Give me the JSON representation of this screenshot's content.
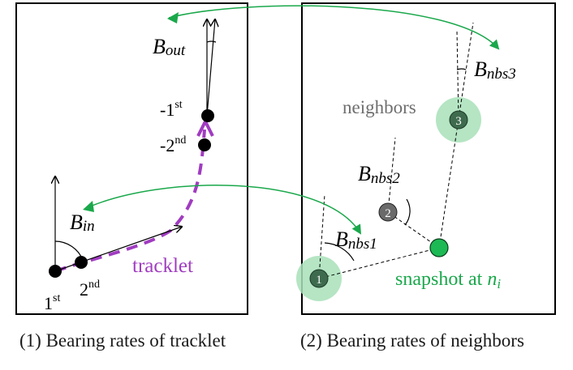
{
  "panel1": {
    "label_b_out": "B",
    "label_b_out_sub": "out",
    "label_b_in": "B",
    "label_b_in_sub": "in",
    "label_minus1": "-1",
    "label_minus1_sup": "st",
    "label_minus2": "-2",
    "label_minus2_sup": "nd",
    "label_first": "1",
    "label_first_sup": "st",
    "label_second": "2",
    "label_second_sup": "nd",
    "label_tracklet": "tracklet",
    "caption": "(1) Bearing rates of tracklet"
  },
  "panel2": {
    "label_neighbors": "neighbors",
    "label_bnbs1": "B",
    "label_bnbs1_sub": "nbs1",
    "label_bnbs2": "B",
    "label_bnbs2_sub": "nbs2",
    "label_bnbs3": "B",
    "label_bnbs3_sub": "nbs3",
    "node1": "1",
    "node2": "2",
    "node3": "3",
    "label_snapshot": "snapshot at ",
    "label_snapshot_n": "n",
    "label_snapshot_sub": "i",
    "caption": "(2) Bearing rates of neighbors"
  },
  "colors": {
    "green": "#1aa84b",
    "green_node": "#1db954",
    "green_halo": "#a8e0b8",
    "dark_node": "#3e6b4e",
    "gray_node": "#6a6a6a",
    "purple": "#a03cc0",
    "text_gray": "#6e6e6e"
  }
}
